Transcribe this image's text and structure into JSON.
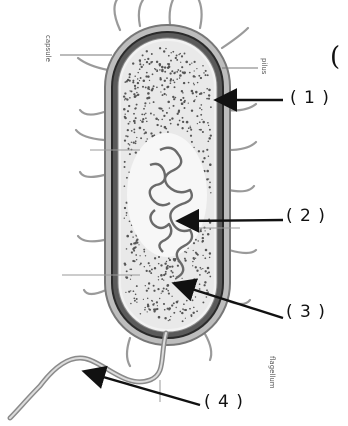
{
  "figure": {
    "corner_paren": "(",
    "small_labels": {
      "capsule": "capsule",
      "pilus": "pilus",
      "flagellum": "flagellum"
    },
    "callouts": [
      {
        "id": "1",
        "text": "( 1 )"
      },
      {
        "id": "2",
        "text": "( 2 )"
      },
      {
        "id": "3",
        "text": "( 3 )"
      },
      {
        "id": "4",
        "text": "( 4 )"
      }
    ],
    "colors": {
      "outline": "#2a2a2a",
      "cytoplasm": "#e9e9e9",
      "dots": "#555555",
      "line": "#111111"
    }
  }
}
